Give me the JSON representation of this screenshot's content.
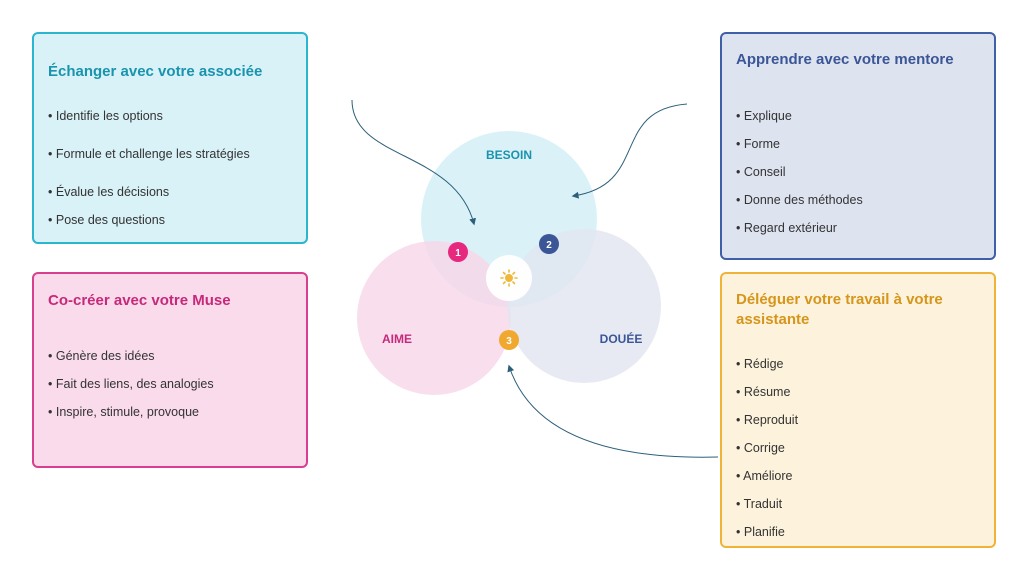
{
  "cards": {
    "associee": {
      "title": "Échanger avec votre associée",
      "items": [
        "Identifie les options",
        "Formule et challenge les stratégies",
        "Évalue les décisions",
        "Pose des questions"
      ]
    },
    "muse": {
      "title": "Co-créer avec votre Muse",
      "items": [
        "Génère des idées",
        "Fait des liens, des analogies",
        "Inspire, stimule, provoque"
      ]
    },
    "mentore": {
      "title": "Apprendre avec votre mentore",
      "items": [
        "Explique",
        "Forme",
        "Conseil",
        "Donne des méthodes",
        "Regard extérieur"
      ]
    },
    "assistante": {
      "title": "Déléguer votre travail à votre assistante",
      "items": [
        "Rédige",
        "Résume",
        "Reproduit",
        "Corrige",
        "Améliore",
        "Traduit",
        "Planifie"
      ]
    }
  },
  "venn": {
    "besoin": "BESOIN",
    "aime": "AIME",
    "douee": "DOUÉE",
    "markers": [
      "1",
      "2",
      "3"
    ],
    "center_icon": "sun-icon"
  },
  "colors": {
    "besoin": "#d3f0f6",
    "aime": "#f8d6e8",
    "douee": "#e1e5f0",
    "marker1": "#e6287f",
    "marker2": "#3a5697",
    "marker3": "#f0a92e",
    "arrow": "#2c5f7a"
  }
}
